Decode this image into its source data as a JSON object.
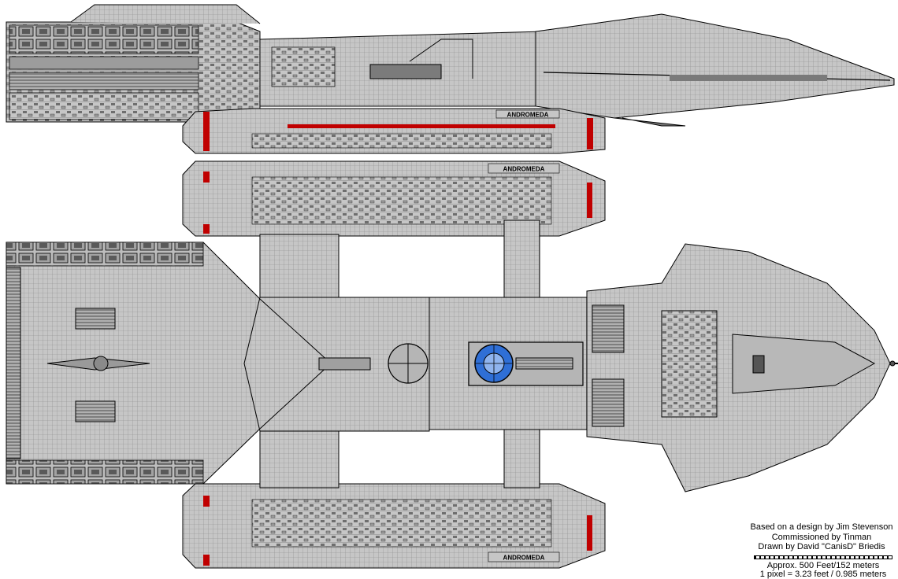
{
  "ship": {
    "hull_name_side": "ANDROMEDA",
    "hull_name_top_upper": "ANDROMEDA",
    "hull_name_top_lower": "ANDROMEDA"
  },
  "colors": {
    "hull": "#c6c6c6",
    "hull_dark": "#8c8c8c",
    "panel_line": "#000000",
    "accent_red": "#c00000",
    "bridge_blue": "#2f6fd6",
    "background": "#ffffff"
  },
  "credits": {
    "line1": "Based on a design by Jim Stevenson",
    "line2": "Commissioned by Tinman",
    "line3": "Drawn by David \"CanisD\" Briedis",
    "scale1": "Approx. 500 Feet/152 meters",
    "scale2": "1 pixel = 3.23 feet / 0.985 meters"
  }
}
